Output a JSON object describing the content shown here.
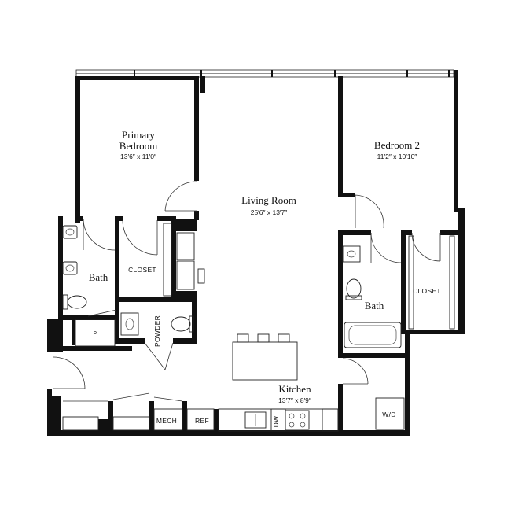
{
  "rooms": {
    "primary_bedroom": {
      "name_line1": "Primary",
      "name_line2": "Bedroom",
      "dims": "13′6″ x 11′0″"
    },
    "bedroom_2": {
      "name": "Bedroom 2",
      "dims": "11′2″ x 10′10″"
    },
    "living_room": {
      "name": "Living Room",
      "dims": "25′6″ x 13′7″"
    },
    "kitchen": {
      "name": "Kitchen",
      "dims": "13′7″ x 8′9″"
    },
    "bath_primary": {
      "name": "Bath"
    },
    "bath_2": {
      "name": "Bath"
    }
  },
  "labels": {
    "closet_primary": "CLOSET",
    "closet_2": "CLOSET",
    "powder": "POWDER",
    "mech": "MECH",
    "ref": "REF",
    "dw": "DW",
    "wd": "W/D"
  }
}
